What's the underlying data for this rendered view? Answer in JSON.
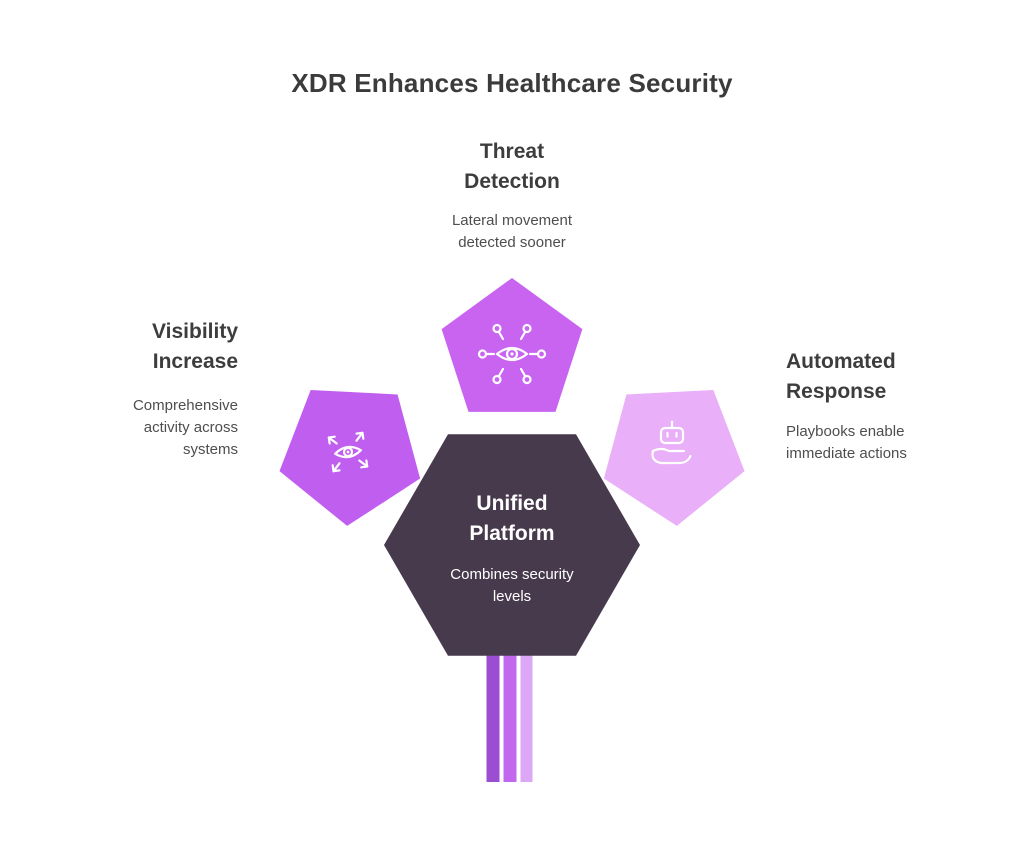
{
  "title": "XDR Enhances Healthcare Security",
  "colors": {
    "petal_top": "#c964f1",
    "petal_left": "#c05ef0",
    "petal_right": "#e9aff8",
    "hexagon": "#473a4d",
    "stem_left": "#9c4ed3",
    "stem_middle": "#c168ef",
    "stem_right": "#dca8f6",
    "icon_stroke": "#ffffff"
  },
  "center": {
    "heading": "Unified\nPlatform",
    "subtitle": "Combines security\nlevels"
  },
  "threat": {
    "heading": "Threat\nDetection",
    "subtitle": "Lateral movement\ndetected sooner",
    "icon": "network-eye-icon"
  },
  "visibility": {
    "heading": "Visibility\nIncrease",
    "subtitle": "Comprehensive\nactivity across\nsystems",
    "icon": "expand-eye-icon"
  },
  "automated": {
    "heading": "Automated\nResponse",
    "subtitle": "Playbooks enable\nimmediate actions",
    "icon": "hand-robot-icon"
  }
}
